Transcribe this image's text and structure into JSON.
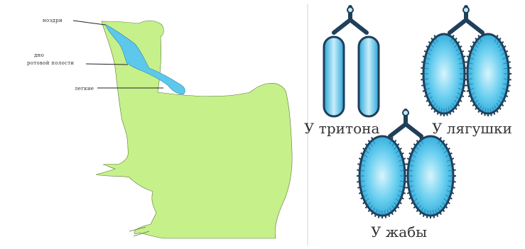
{
  "colors": {
    "frog_body": "#c6f08a",
    "frog_outline": "#5a7a3a",
    "airway": "#5ec8ec",
    "lung_fill": "#3fb8e6",
    "lung_light": "#bfeaf8",
    "lung_dark": "#1f3f5a",
    "divider": "#c6d8ea"
  },
  "frog_diagram": {
    "labels": {
      "nostril": "ноздри",
      "oral_cavity": "дно ротовой полости",
      "lungs": "легкие"
    }
  },
  "lung_comparison": {
    "newt_caption": "У тритона",
    "frog_caption": "У лягушки",
    "toad_caption": "У жабы"
  }
}
